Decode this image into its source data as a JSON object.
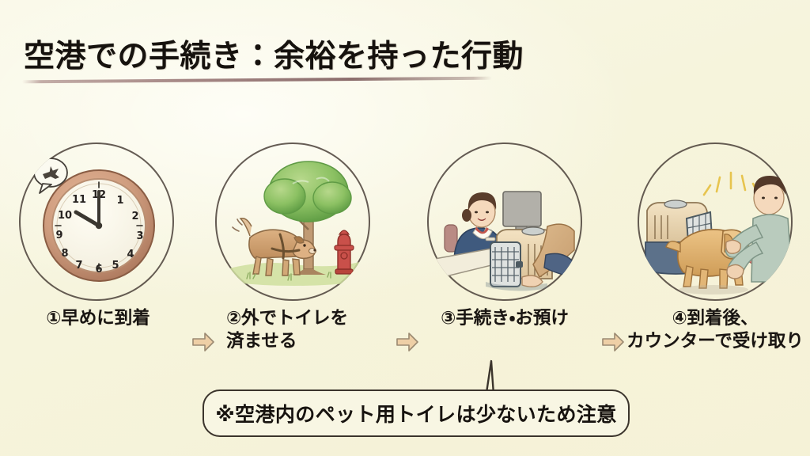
{
  "slide": {
    "title": "空港での手続き：余裕を持った行動",
    "background_color": "#f7f5df",
    "title_color": "#16120e",
    "underline_color": "#87575 7",
    "accent_arrow_color": "#eecfa6",
    "outline_color": "#4a4038"
  },
  "steps": [
    {
      "number": "①",
      "caption": "①早めに到着",
      "illustration": "wall-clock-with-airplane-bubble",
      "clock": {
        "hour_label_12": "12",
        "reading": "10:00"
      },
      "badge_icon": "airplane-icon"
    },
    {
      "number": "②",
      "caption": "②外でトイレを\n済ませる",
      "illustration": "dog-on-harness-near-tree-and-hydrant"
    },
    {
      "number": "③",
      "caption": "③手続き・お預け",
      "illustration": "airline-counter-staff-with-pet-carrier"
    },
    {
      "number": "④",
      "caption": "④到着後、\nカウンターで受け取り",
      "illustration": "golden-retriever-leaving-carrier-greeted-by-owner"
    }
  ],
  "arrows": [
    {
      "name": "arrow-step1-to-step2",
      "glyph": "➡"
    },
    {
      "name": "arrow-step2-to-step3",
      "glyph": "➡"
    },
    {
      "name": "arrow-step3-to-step4",
      "glyph": "➡"
    }
  ],
  "callout": {
    "text": "※空港内のペット用トイレは少ないため注意",
    "points_to_step": "③手続き・お預け"
  },
  "clock_numerals": [
    "12",
    "1",
    "2",
    "3",
    "4",
    "5",
    "6",
    "7",
    "8",
    "9",
    "10",
    "11"
  ]
}
